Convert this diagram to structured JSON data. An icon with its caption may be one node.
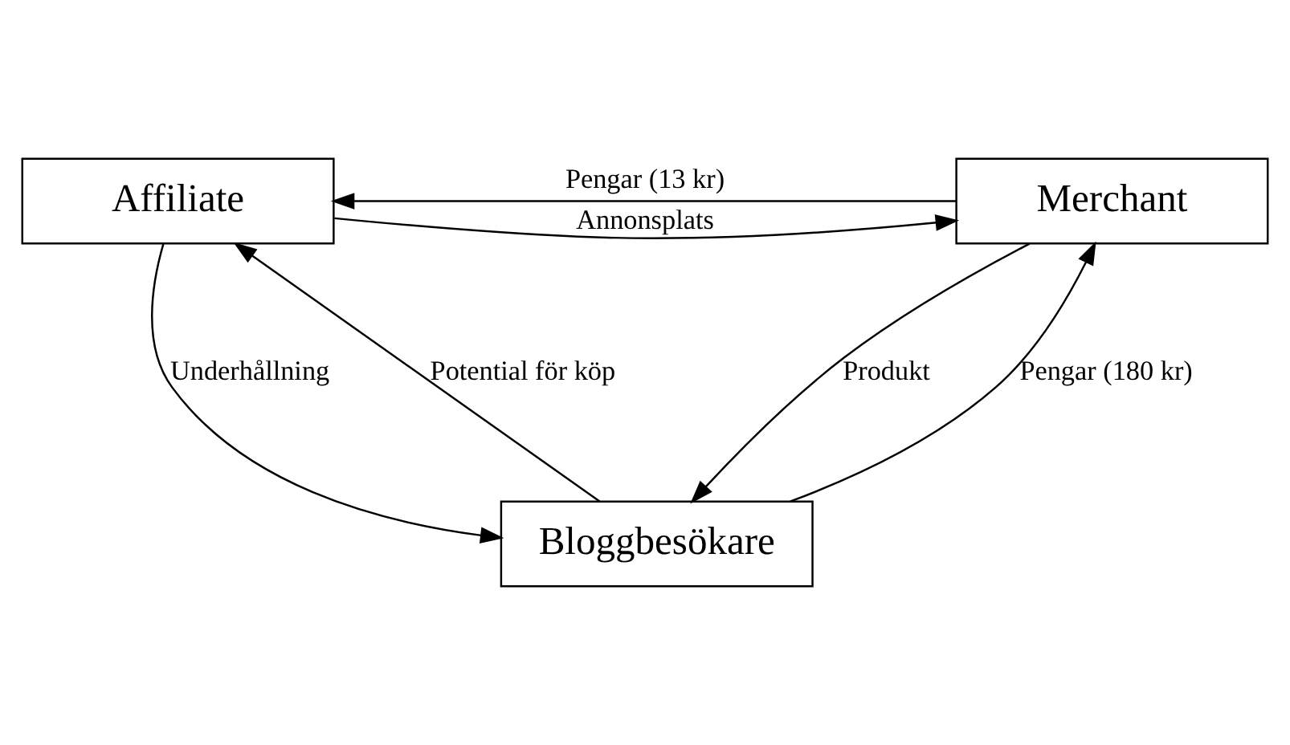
{
  "diagram": {
    "nodes": [
      {
        "text": [
          "Affiliate"
        ]
      },
      {
        "text": [
          "Merchant"
        ]
      },
      {
        "text": [
          "Bloggbesökare"
        ]
      }
    ],
    "edges": [
      {
        "from": 0,
        "to": 1,
        "arrow": "to",
        "label": "Annonsplats"
      },
      {
        "from": 1,
        "to": 0,
        "arrow": "to",
        "label": "Pengar (13 kr)"
      },
      {
        "from": 2,
        "to": 0,
        "arrow": "to",
        "label": "Potential för köp"
      },
      {
        "from": 0,
        "to": 2,
        "arrow": "to",
        "label": "Underhållning"
      },
      {
        "from": 1,
        "to": 2,
        "arrow": "to",
        "label": "Produkt"
      },
      {
        "from": 2,
        "to": 1,
        "arrow": "to",
        "label": "Pengar (180 kr)"
      }
    ]
  }
}
